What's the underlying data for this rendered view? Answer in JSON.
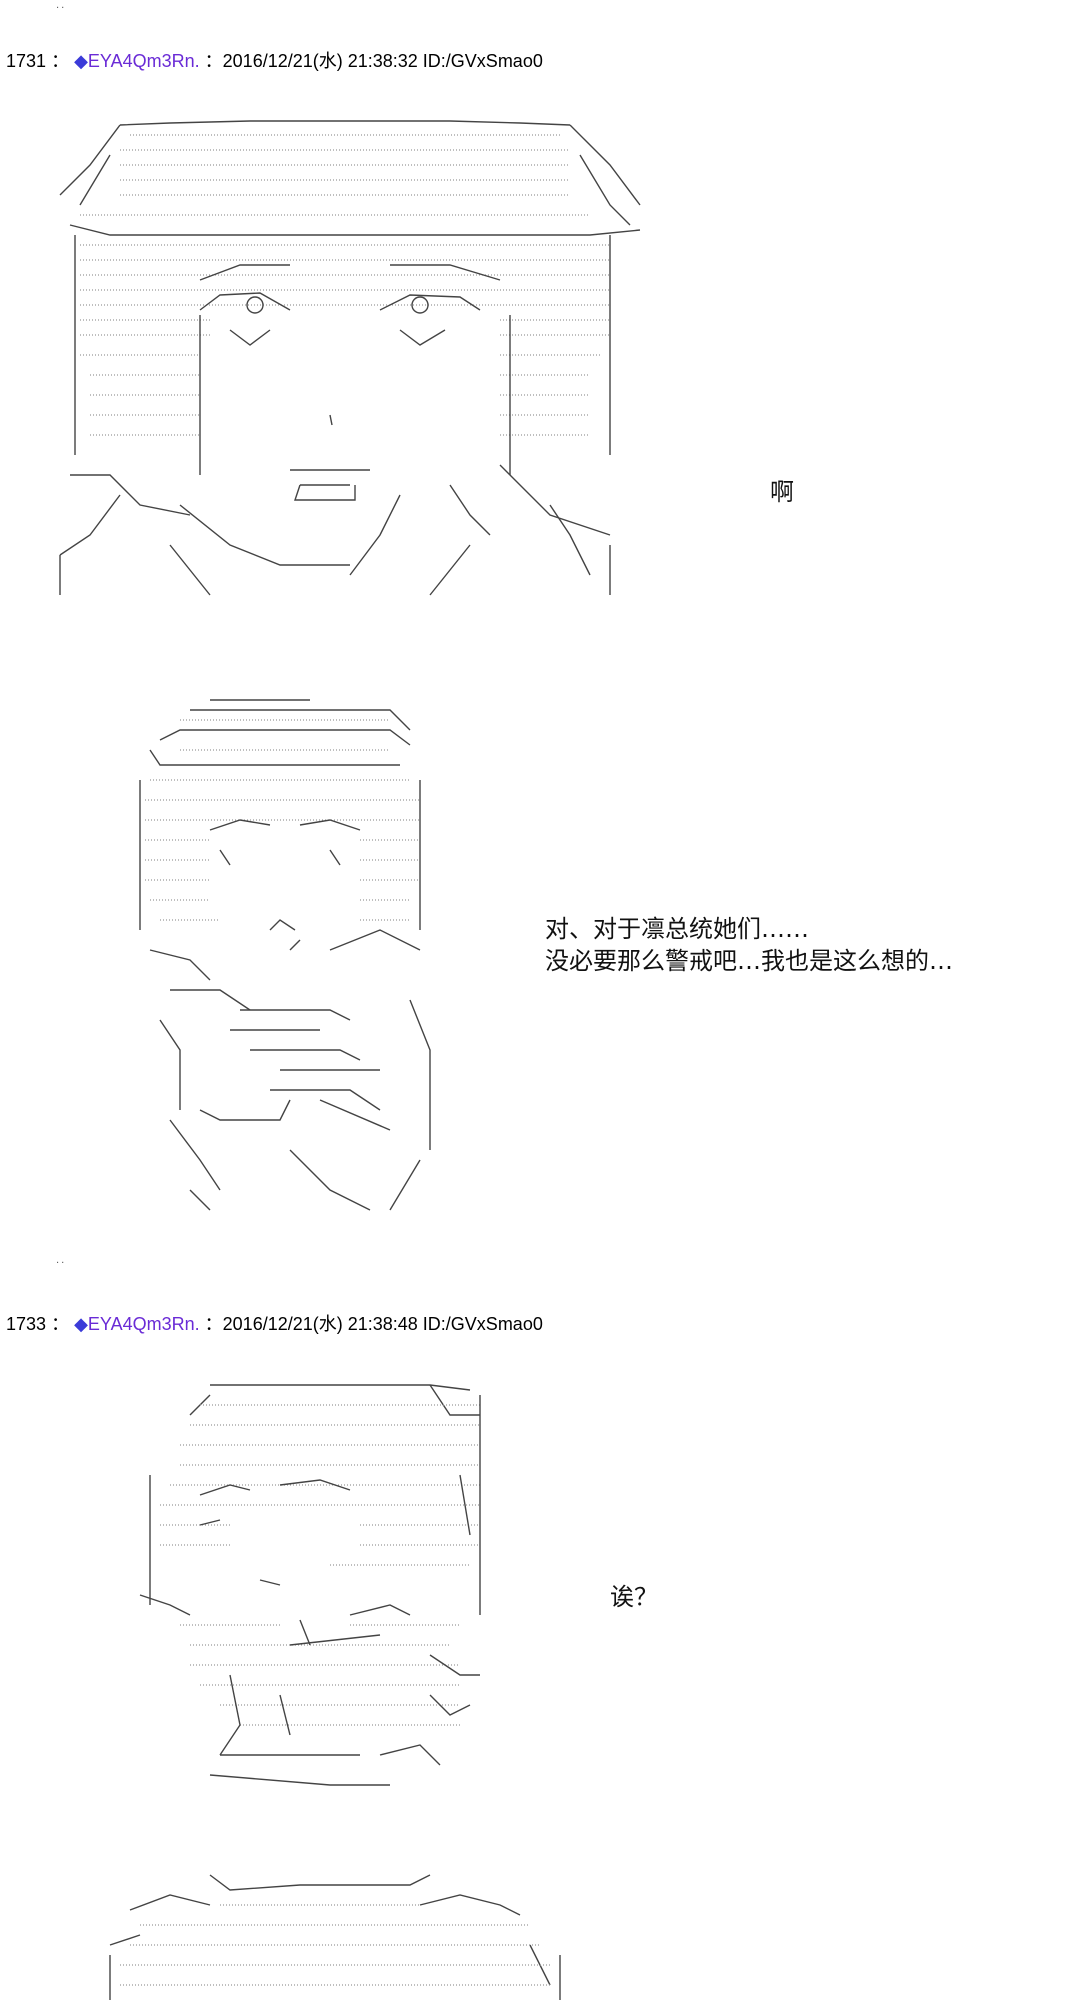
{
  "posts": [
    {
      "number": "1731",
      "separator": "：",
      "name": "EYA4Qm3Rn.",
      "meta": "：2016/12/21(水) 21:38:32 ID:/GVxSmao0",
      "trip_icon": "diamond-icon"
    },
    {
      "number": "1733",
      "separator": "：",
      "name": "EYA4Qm3Rn.",
      "meta": "：2016/12/21(水) 21:38:48 ID:/GVxSmao0",
      "trip_icon": "diamond-icon"
    }
  ],
  "dialogues": {
    "line1": "啊",
    "line2a": "对、对于凛总统她们……",
    "line2b": "没必要那么警戒吧…我也是这么想的…",
    "line3": "诶？"
  },
  "colors": {
    "name": "#6a2bd6",
    "trip_icon": "#3b3bd8",
    "art_line": "#333333"
  }
}
